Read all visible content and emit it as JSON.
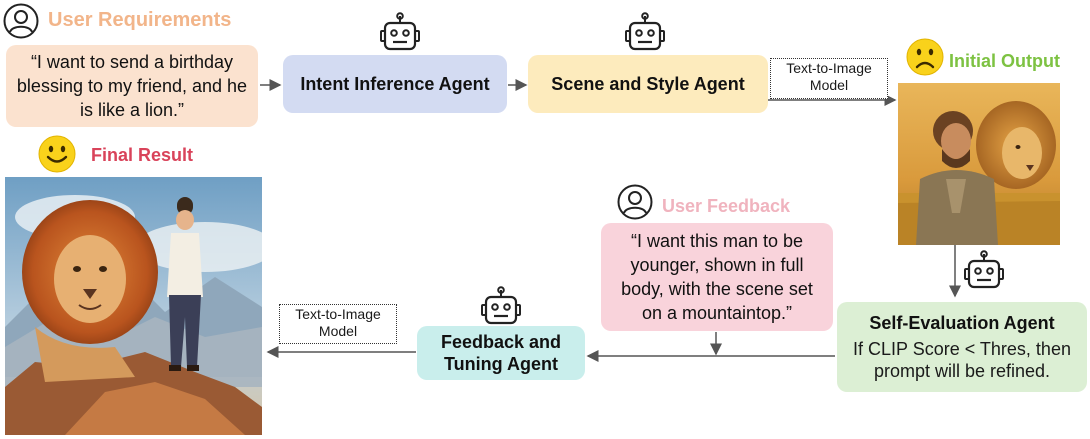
{
  "user_requirements": {
    "title": "User Requirements",
    "quote": "“I want to send a birthday blessing to my friend, and he is like a lion.”"
  },
  "agents": {
    "intent": "Intent Inference Agent",
    "scene_style": "Scene and Style Agent",
    "self_eval_title": "Self-Evaluation Agent",
    "self_eval_body": "If CLIP Score < Thres, then prompt will be refined.",
    "feedback_tuning": "Feedback and Tuning Agent"
  },
  "text_to_image_top": "Text-to-Image Model",
  "text_to_image_bottom": "Text-to-Image Model",
  "initial_output": {
    "title": "Initial Output",
    "face": "sad-face"
  },
  "final_result": {
    "title": "Final Result",
    "face": "happy-face"
  },
  "user_feedback": {
    "title": "User Feedback",
    "quote": "“I want this man to be younger, shown in full body, with the scene set on a mountaintop.”"
  },
  "colors": {
    "user_req_title": "#f2b58a",
    "user_req_box": "#fbe2cf",
    "intent_box": "#d3dbf2",
    "scene_box": "#fdebbd",
    "initial_title": "#7dc242",
    "final_title": "#d9435a",
    "feedback_title": "#f0b3be",
    "feedback_box": "#f9d3db",
    "self_eval_box": "#dcefd4",
    "tuning_box": "#c9eeec",
    "arrow": "#555555"
  },
  "icons": [
    "user-icon",
    "robot-icon",
    "sad-face",
    "happy-face",
    "arrow"
  ]
}
